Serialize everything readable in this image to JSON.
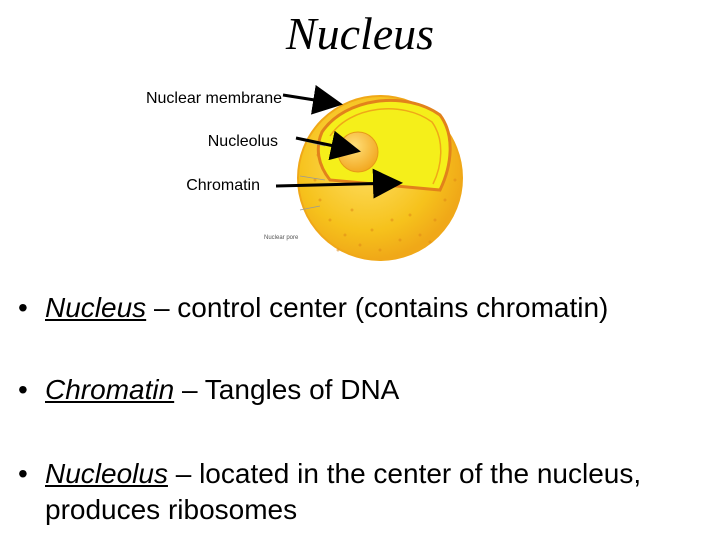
{
  "title": "Nucleus",
  "diagram": {
    "labels": {
      "membrane": "Nuclear membrane",
      "nucleolus": "Nucleolus",
      "chromatin": "Chromatin",
      "pore": "Nuclear pore"
    },
    "colors": {
      "outer": "#f6c21c",
      "outer_edge": "#f0a818",
      "inner": "#f5ef1a",
      "inner_edge": "#e2821b",
      "nucleolus": "#f2b31c",
      "arrow": "#000000"
    }
  },
  "bullets": [
    {
      "symbol": "•",
      "term": "Nucleus",
      "rest": " – control center (contains chromatin)"
    },
    {
      "symbol": "•",
      "term": "Chromatin",
      "rest": " – Tangles of DNA"
    },
    {
      "symbol": "•",
      "term": "Nucleolus",
      "rest": " – located in the center of the nucleus, produces ribosomes"
    }
  ]
}
